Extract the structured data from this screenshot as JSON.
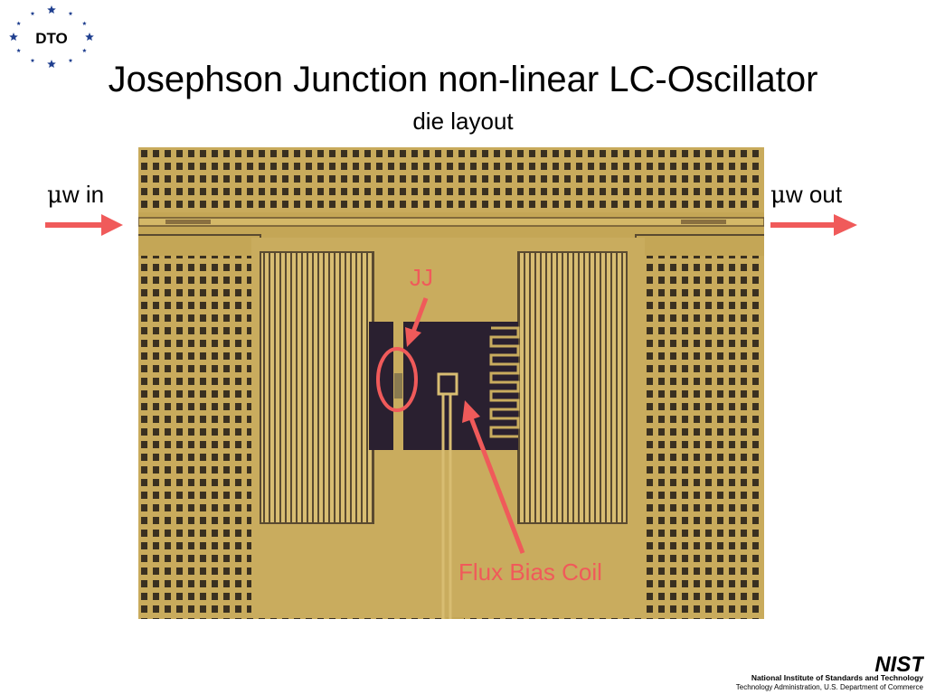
{
  "header": {
    "logo_text": "DTO",
    "title": "Josephson Junction non-linear LC-Oscillator",
    "subtitle": "die layout"
  },
  "labels": {
    "mw_in_symbol": "μ",
    "mw_in_text": "w in",
    "mw_out_symbol": "μ",
    "mw_out_text": "w out",
    "jj": "JJ",
    "flux_bias_coil": "Flux Bias Coil"
  },
  "footer": {
    "org_logo_text": "NIST",
    "org_line1": "National Institute of Standards and Technology",
    "org_line2": "Technology Administration, U.S. Department of Commerce"
  },
  "colors": {
    "annotation": "#f05a5a",
    "die_gold": "#c8aa5a",
    "die_dark": "#2a2030",
    "logo_star": "#1f3f8f"
  }
}
